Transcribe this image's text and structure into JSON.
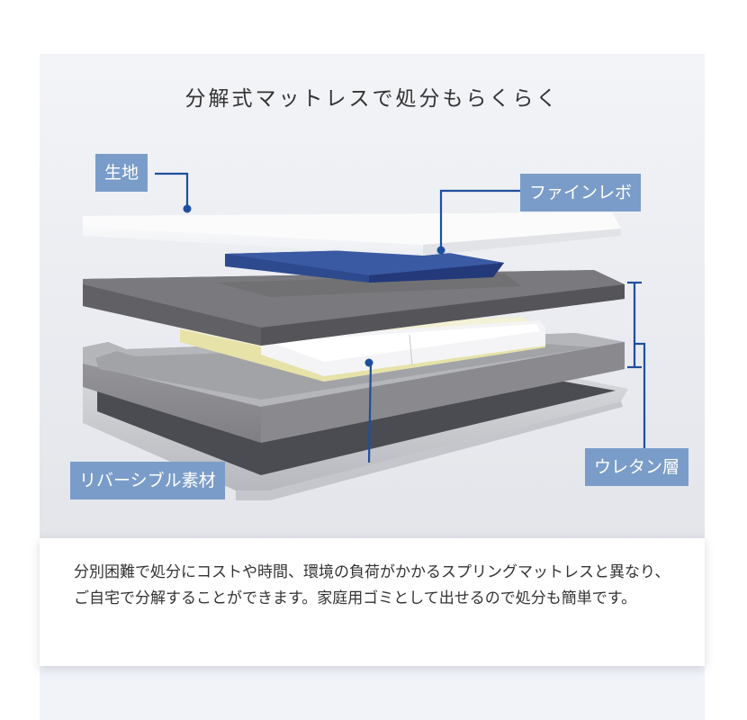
{
  "title": "分解式マットレスで処分もらくらく",
  "labels": {
    "fabric": "生地",
    "fine_rebo": "ファインレボ",
    "reversible": "リバーシブル素材",
    "urethane": "ウレタン層"
  },
  "description": "分別困難で処分にコストや時間、環境の負荷がかかるスプリングマットレスと異なり、ご自宅で分解することができます。家庭用ゴミとして出せるので処分も簡単です。",
  "colors": {
    "label_bg": "#7a9cc9",
    "leader_line": "#1e4f9c",
    "background": "#f1f3f9"
  }
}
